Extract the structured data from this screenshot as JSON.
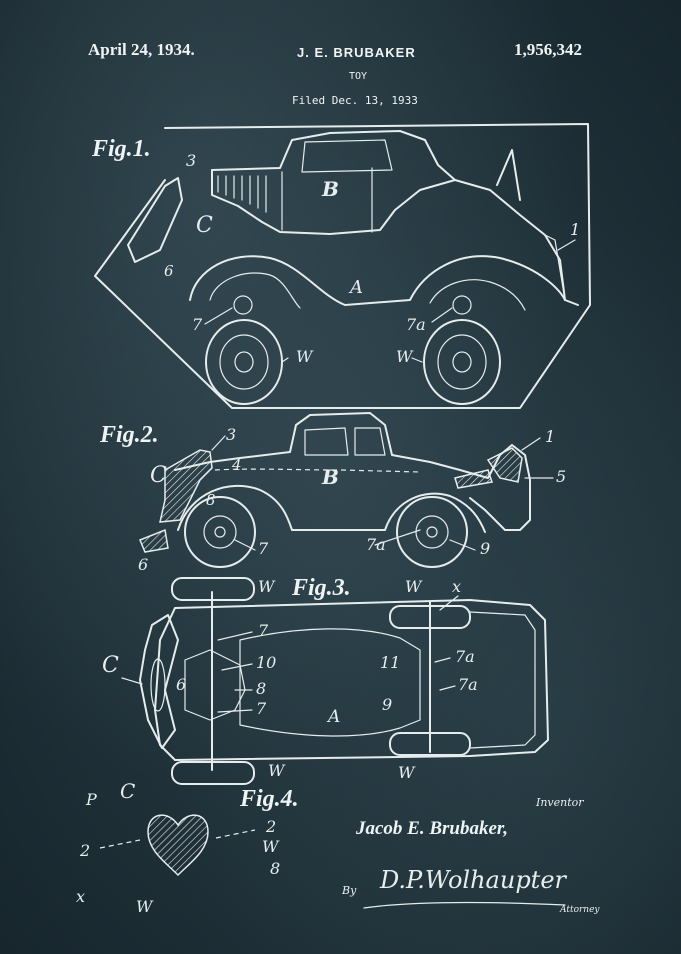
{
  "header": {
    "date": "April 24, 1934.",
    "inventor_caps": "J. E. BRUBAKER",
    "patent_number": "1,956,342",
    "title": "TOY",
    "filed": "Filed Dec. 13, 1933"
  },
  "figures": {
    "fig1": "Fig.1.",
    "fig2": "Fig.2.",
    "fig3": "Fig.3.",
    "fig4": "Fig.4."
  },
  "labels": {
    "one": "1",
    "two": "2",
    "three": "3",
    "four": "4",
    "five": "5",
    "six": "6",
    "seven": "7",
    "seven_a": "7a",
    "eight": "8",
    "nine": "9",
    "ten": "10",
    "eleven": "11",
    "a": "A",
    "b": "B",
    "c": "C",
    "w": "W",
    "x": "x",
    "p": "P"
  },
  "signature": {
    "inventor_caption": "Inventor",
    "inventor_name": "Jacob E. Brubaker,",
    "by": "By",
    "attorney_signature": "D.P.Wolhaupter",
    "attorney_caption": "Attorney"
  }
}
